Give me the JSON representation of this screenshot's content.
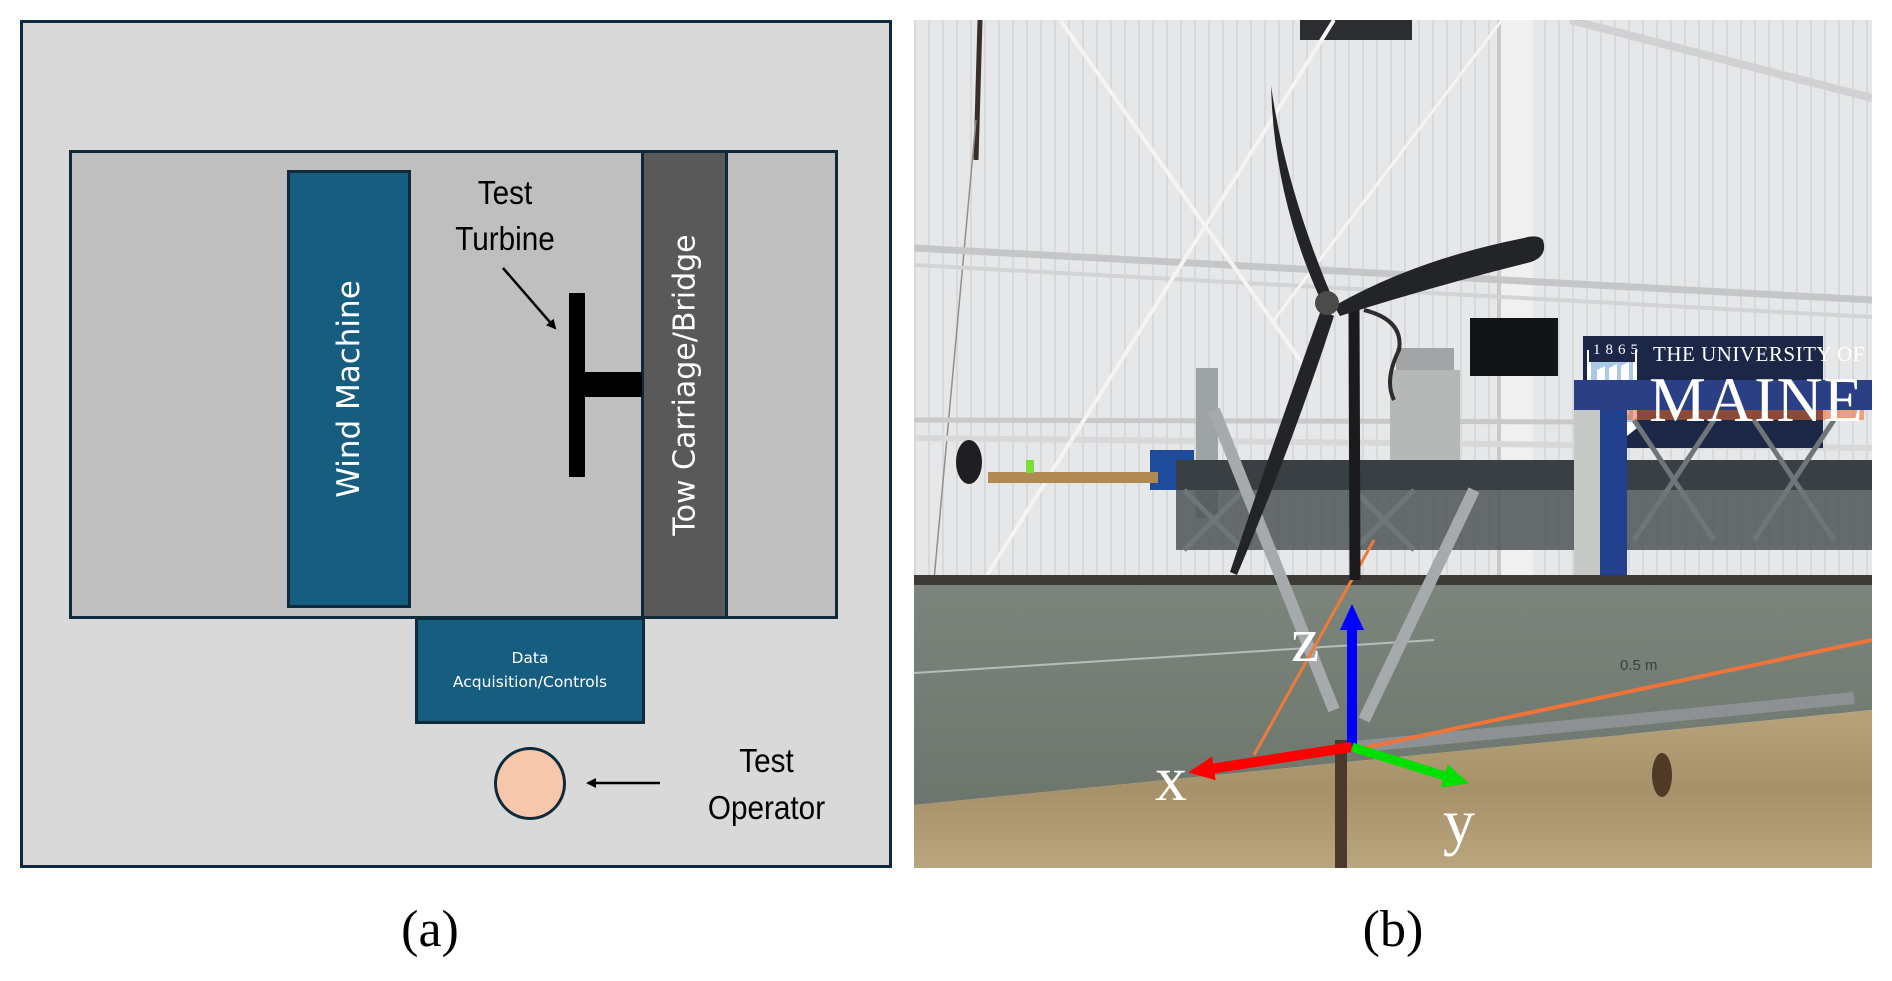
{
  "panel_a": {
    "caption": "(a)",
    "wind_machine_label": "Wind Machine",
    "tow_carriage_label": "Tow Carriage/Bridge",
    "test_turbine_label": [
      "Test",
      "Turbine"
    ],
    "daq_label": [
      "Data",
      "Acquisition/Controls"
    ],
    "operator_label": [
      "Test",
      "Operator"
    ],
    "colors": {
      "outer_area": "#d9d9d9",
      "tank": "#bfbfbf",
      "wind_machine": "#165d80",
      "tow_carriage": "#595959",
      "daq": "#165d80",
      "operator": "#f7c7ab",
      "border": "#0f2a3d"
    }
  },
  "panel_b": {
    "caption": "(b)",
    "axes": {
      "x_label": "x",
      "y_label": "y",
      "z_label": "z",
      "x_color": "#ff0000",
      "y_color": "#00e000",
      "z_color": "#0000ff"
    },
    "banner": {
      "year": "1865",
      "line1": "THE UNIVERSITY OF",
      "line2": "MAINE",
      "color": "#1c2748"
    },
    "scale_mark": "0.5 m"
  }
}
